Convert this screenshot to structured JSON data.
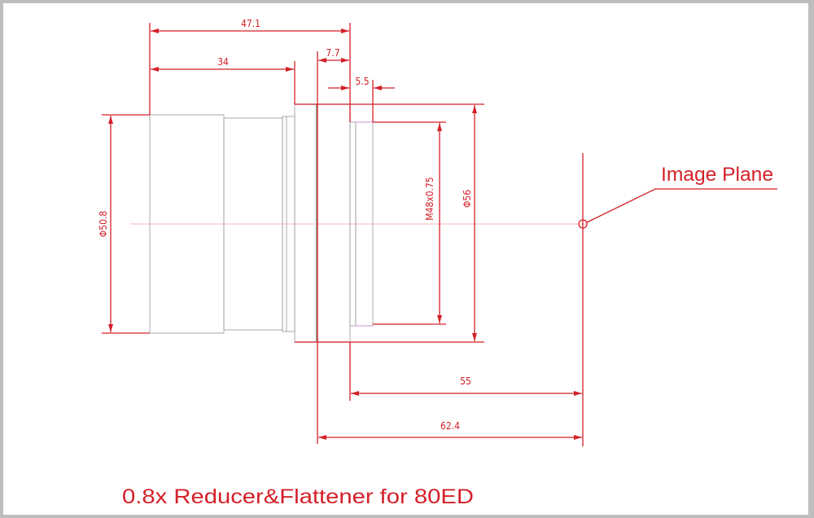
{
  "title": "0.8x Reducer&Flattener for 80ED",
  "callout": "Image Plane",
  "dimensions": {
    "overall_length": "47.1",
    "tube_length": "34",
    "flange_width": "7.7",
    "thread_length": "5.5",
    "backfocus": "55",
    "flange_to_image": "62.4",
    "thread_spec": "M48x0.75",
    "flange_diameter": "Φ56",
    "barrel_diameter": "Φ50.8"
  },
  "colors": {
    "dimension": "#d42028",
    "outline": "#b8b8b8",
    "frame": "#bdbdbd"
  }
}
